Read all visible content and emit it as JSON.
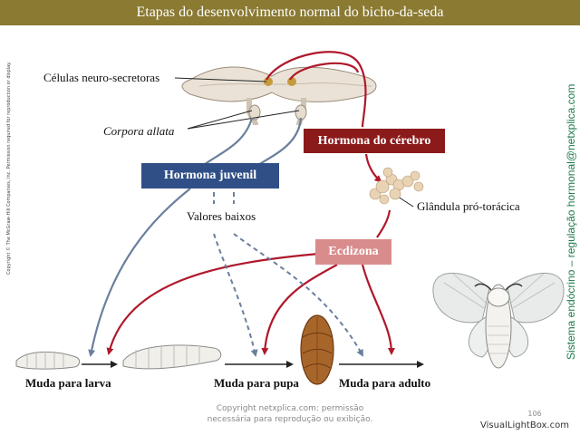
{
  "header": {
    "title": "Etapas do desenvolvimento normal do bicho-da-seda"
  },
  "labels": {
    "neuro": "Células neuro-secretoras",
    "corpora": "Corpora allata",
    "hormona_cerebro": "Hormona do cérebro",
    "hormona_juvenil": "Hormona juvenil",
    "valores_baixos": "Valores baixos",
    "glandula": "Glândula pró-torácica",
    "ecdizona": "Ecdizona",
    "muda_larva": "Muda para larva",
    "muda_pupa": "Muda para pupa",
    "muda_adulto": "Muda para adulto"
  },
  "side": {
    "left_copyright": "Copyright © The McGraw-Hill Companies, Inc. Permission required for reproduction or display.",
    "right_note": "Sistema endócrino – regulação hormonal@netxplica.com"
  },
  "footer": {
    "copyright_line1": "Copyright netxplica.com: permissão",
    "copyright_line2": "necessária para reprodução ou exibição.",
    "page_number": "106",
    "watermark": "VisualLightBox.com"
  },
  "colors": {
    "header": "#8a7a32",
    "hormona_cerebro_box": "#8b1a1a",
    "hormona_juvenil_box": "#2f4f86",
    "ecdizona_box": "#d98c8c",
    "red_arrow": "#b0182c",
    "blue_arrow": "#6a7f9c",
    "side_text": "#1f7a4a"
  }
}
